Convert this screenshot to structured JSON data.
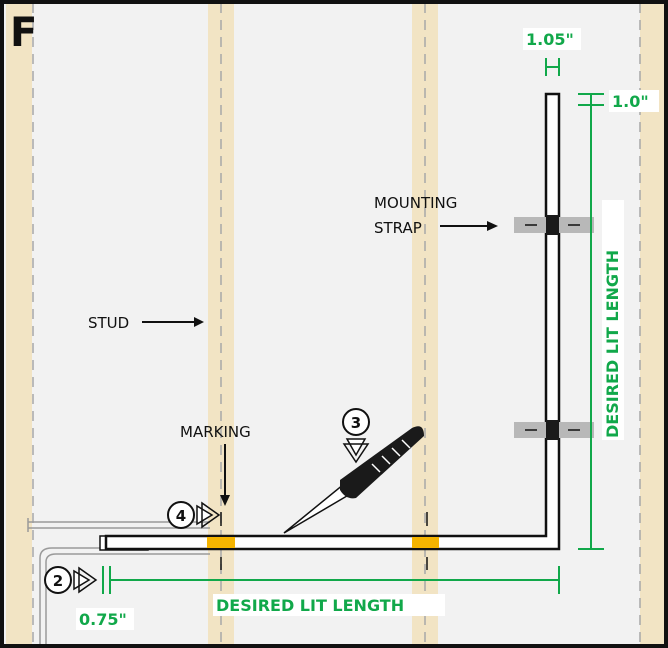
{
  "panel": {
    "letter": "F"
  },
  "labels": {
    "stud": "STUD",
    "mounting_strap_line1": "MOUNTING",
    "mounting_strap_line2": "STRAP",
    "marking": "MARKING"
  },
  "dimensions": {
    "top_width": "1.05\"",
    "top_offset": "1.0\"",
    "bottom_offset": "0.75\"",
    "vertical_length": "DESIRED LIT LENGTH",
    "horizontal_length": "DESIRED LIT LENGTH"
  },
  "steps": {
    "step2": "2",
    "step3": "3",
    "step4": "4"
  },
  "colors": {
    "stud": "#f2e4c4",
    "dimension_green": "#11a84a",
    "marking_yellow": "#f5b400",
    "strap_gray": "#b8b8b8",
    "frame": "#111111",
    "background": "#f2f2f2"
  },
  "icons": {
    "tool": "utility-knife-icon",
    "callout": "step-callout-icon"
  }
}
